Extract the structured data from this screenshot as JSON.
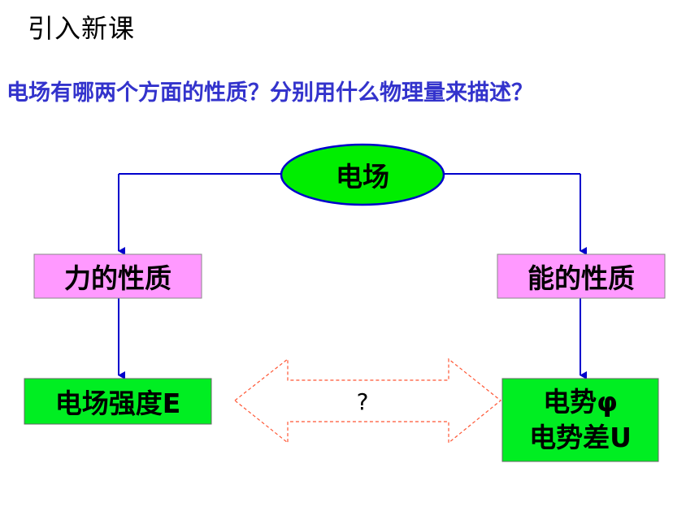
{
  "header": {
    "title": "引入新课"
  },
  "question": "电场有哪两个方面的性质？分别用什么物理量来描述？",
  "diagram": {
    "center": "电场",
    "left_property": "力的性质",
    "right_property": "能的性质",
    "left_quantity": "电场强度E",
    "right_quantity_line1": "电势φ",
    "right_quantity_line2": "电势差U",
    "relation_label": "?"
  },
  "colors": {
    "line_blue": "#0000cc",
    "ellipse_fill": "#00ee00",
    "box_pink": "#ff99ff",
    "box_green": "#00ee22",
    "dashed_arrow": "#ff5533"
  }
}
